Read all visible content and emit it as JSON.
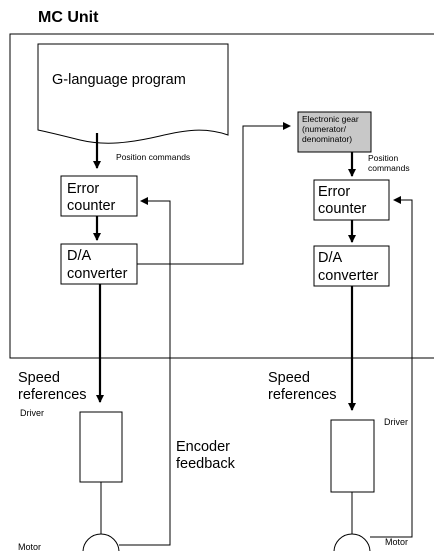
{
  "title": "MC Unit",
  "program_label": "G-language program",
  "position_commands_left": "Position commands",
  "error_counter": [
    "Error",
    "counter"
  ],
  "da_converter": [
    "D/A",
    "converter"
  ],
  "electronic_gear": [
    "Electronic gear",
    "(numerator/",
    "denominator)"
  ],
  "position_commands_right": [
    "Position",
    "commands"
  ],
  "speed_references": [
    "Speed",
    "references"
  ],
  "driver_label": "Driver",
  "encoder_feedback": [
    "Encoder",
    "feedback"
  ],
  "motor_label": "Motor",
  "colors": {
    "gear_fill": "#c8c8c8",
    "line": "#000000"
  }
}
